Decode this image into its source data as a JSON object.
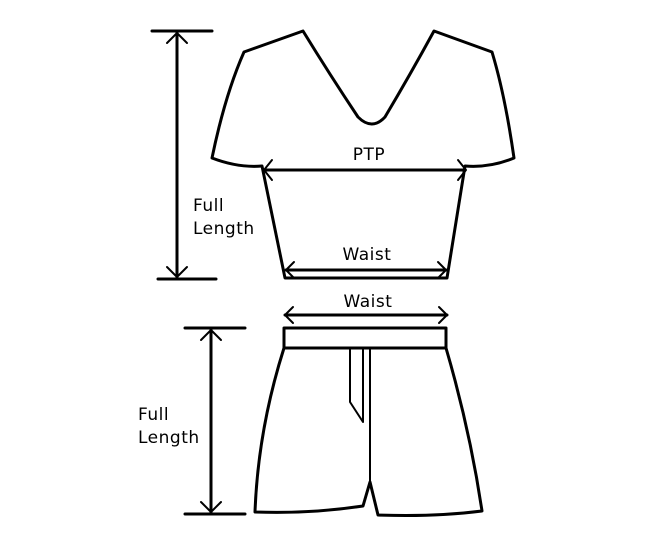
{
  "labels": {
    "ptp": "PTP",
    "top_waist": "Waist",
    "shorts_waist": "Waist",
    "top_full_length_line1": "Full",
    "top_full_length_line2": "Length",
    "shorts_full_length_line1": "Full",
    "shorts_full_length_line2": "Length"
  },
  "colors": {
    "ink": "#000000",
    "background": "#ffffff"
  }
}
